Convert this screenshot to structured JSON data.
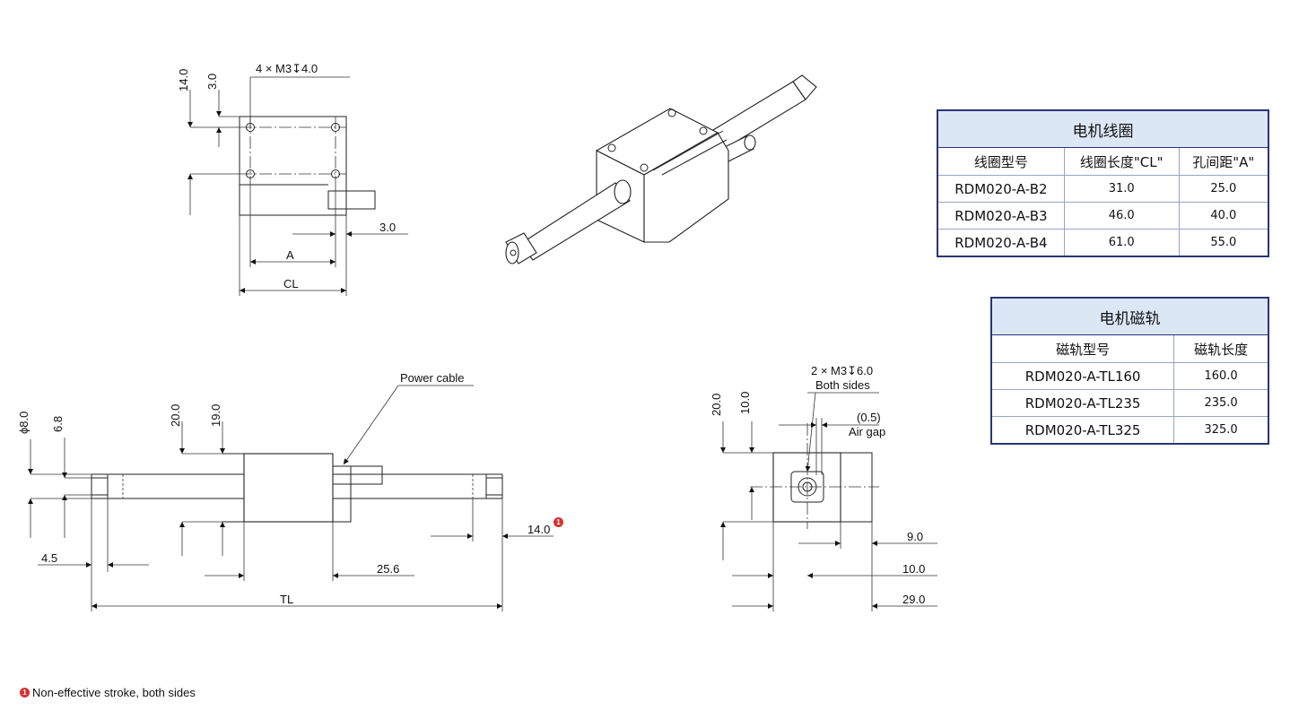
{
  "top_view": {
    "hole_label": "4 × M3↧4.0",
    "dim_14": "14.0",
    "dim_3a": "3.0",
    "dim_3b": "3.0",
    "dim_a": "A",
    "dim_cl": "CL"
  },
  "side_view": {
    "callout_power_cable": "Power cable",
    "dim_dia8": "ϕ8.0",
    "dim_6_8": "6.8",
    "dim_20": "20.0",
    "dim_19": "19.0",
    "dim_4_5": "4.5",
    "dim_25_6": "25.6",
    "dim_14": "14.0",
    "dim_tl": "TL",
    "badge": "1"
  },
  "end_view": {
    "hole_label": "2 × M3↧6.0",
    "hole_label2": "Both sides",
    "gap_value": "(0.5)",
    "gap_label": "Air gap",
    "dim_20": "20.0",
    "dim_10v": "10.0",
    "dim_9": "9.0",
    "dim_10h": "10.0",
    "dim_29": "29.0"
  },
  "coil_table": {
    "title": "电机线圈",
    "headers": [
      "线圈型号",
      "线圈长度\"CL\"",
      "孔间距\"A\""
    ],
    "rows": [
      [
        "RDM020-A-B2",
        "31.0",
        "25.0"
      ],
      [
        "RDM020-A-B3",
        "46.0",
        "40.0"
      ],
      [
        "RDM020-A-B4",
        "61.0",
        "55.0"
      ]
    ]
  },
  "rail_table": {
    "title": "电机磁轨",
    "headers": [
      "磁轨型号",
      "磁轨长度"
    ],
    "rows": [
      [
        "RDM020-A-TL160",
        "160.0"
      ],
      [
        "RDM020-A-TL235",
        "235.0"
      ],
      [
        "RDM020-A-TL325",
        "325.0"
      ]
    ]
  },
  "footnote": {
    "badge": "1",
    "text": "Non-effective stroke, both sides"
  },
  "colors": {
    "table_border": "#2a3577",
    "table_header_bg": "#dce7f6",
    "badge": "#d8302f"
  }
}
